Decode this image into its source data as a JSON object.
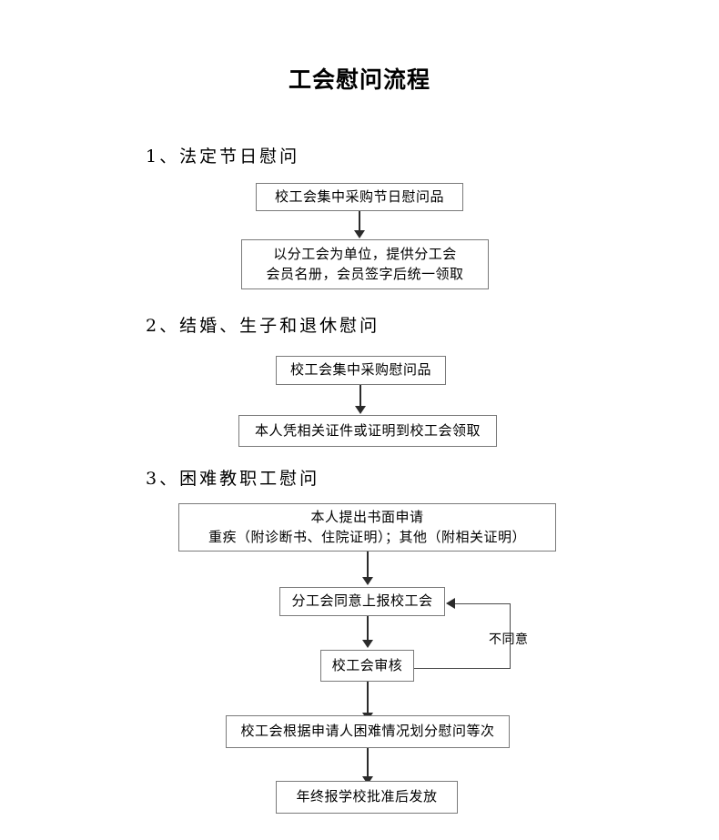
{
  "document": {
    "title": "工会慰问流程"
  },
  "sections": [
    {
      "heading": "1、法定节日慰问"
    },
    {
      "heading": "2、结婚、生子和退休慰问"
    },
    {
      "heading": "3、困难教职工慰问"
    }
  ],
  "nodes": {
    "s1_n1": "校工会集中采购节日慰问品",
    "s1_n2": "以分工会为单位，提供分工会\n会员名册，会员签字后统一领取",
    "s2_n1": "校工会集中采购慰问品",
    "s2_n2": "本人凭相关证件或证明到校工会领取",
    "s3_n1": "本人提出书面申请\n重疾（附诊断书、住院证明）；其他（附相关证明）",
    "s3_n2": "分工会同意上报校工会",
    "s3_n3": "校工会审核",
    "s3_n4": "校工会根据申请人困难情况划分慰问等次",
    "s3_n5": "年终报学校批准后发放"
  },
  "edges": {
    "reject_label": "不同意"
  },
  "colors": {
    "page_background": "#ffffff",
    "text": "#000000",
    "box_border": "#7a7a7a",
    "connector": "#2b2b2b"
  }
}
